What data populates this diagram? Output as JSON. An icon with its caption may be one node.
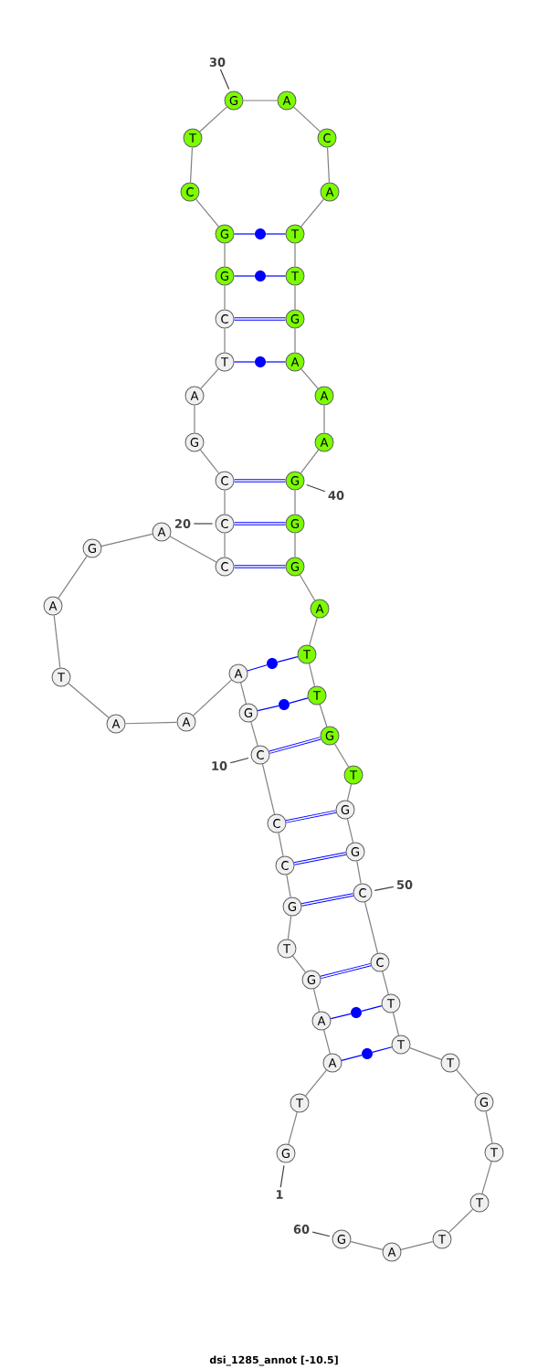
{
  "diagram": {
    "caption": "dsi_1285_annot [-10.5]",
    "nodes": [
      {
        "text": [
          "G"
        ]
      },
      {
        "text": [
          "T"
        ]
      },
      {
        "text": [
          "A"
        ]
      },
      {
        "text": [
          "A"
        ]
      },
      {
        "text": [
          "G"
        ]
      },
      {
        "text": [
          "T"
        ]
      },
      {
        "text": [
          "G"
        ]
      },
      {
        "text": [
          "C"
        ]
      },
      {
        "text": [
          "C"
        ]
      },
      {
        "text": [
          "C"
        ]
      },
      {
        "text": [
          "G"
        ]
      },
      {
        "text": [
          "A"
        ]
      },
      {
        "text": [
          "A"
        ]
      },
      {
        "text": [
          "A"
        ]
      },
      {
        "text": [
          "T"
        ]
      },
      {
        "text": [
          "A"
        ]
      },
      {
        "text": [
          "G"
        ]
      },
      {
        "text": [
          "A"
        ]
      },
      {
        "text": [
          "C"
        ]
      },
      {
        "text": [
          "C"
        ]
      },
      {
        "text": [
          "C"
        ]
      },
      {
        "text": [
          "G"
        ]
      },
      {
        "text": [
          "A"
        ]
      },
      {
        "text": [
          "T"
        ]
      },
      {
        "text": [
          "C"
        ]
      },
      {
        "text": [
          "G"
        ]
      },
      {
        "text": [
          "G"
        ]
      },
      {
        "text": [
          "C"
        ]
      },
      {
        "text": [
          "T"
        ]
      },
      {
        "text": [
          "G"
        ]
      },
      {
        "text": [
          "A"
        ]
      },
      {
        "text": [
          "C"
        ]
      },
      {
        "text": [
          "A"
        ]
      },
      {
        "text": [
          "T"
        ]
      },
      {
        "text": [
          "T"
        ]
      },
      {
        "text": [
          "G"
        ]
      },
      {
        "text": [
          "A"
        ]
      },
      {
        "text": [
          "A"
        ]
      },
      {
        "text": [
          "A"
        ]
      },
      {
        "text": [
          "G"
        ]
      },
      {
        "text": [
          "G"
        ]
      },
      {
        "text": [
          "G"
        ]
      },
      {
        "text": [
          "A"
        ]
      },
      {
        "text": [
          "T"
        ]
      },
      {
        "text": [
          "T"
        ]
      },
      {
        "text": [
          "G"
        ]
      },
      {
        "text": [
          "T"
        ]
      },
      {
        "text": [
          "G"
        ]
      },
      {
        "text": [
          "G"
        ]
      },
      {
        "text": [
          "C"
        ]
      },
      {
        "text": [
          "C"
        ]
      },
      {
        "text": [
          "T"
        ]
      },
      {
        "text": [
          "T"
        ]
      },
      {
        "text": [
          "T"
        ]
      },
      {
        "text": [
          "G"
        ]
      },
      {
        "text": [
          "T"
        ]
      },
      {
        "text": [
          "T"
        ]
      },
      {
        "text": [
          "T"
        ]
      },
      {
        "text": [
          "A"
        ]
      },
      {
        "text": [
          "G"
        ]
      },
      {
        "text": [
          "30"
        ]
      },
      {
        "text": [
          "40"
        ]
      },
      {
        "text": [
          "20"
        ]
      },
      {
        "text": [
          "10"
        ]
      },
      {
        "text": [
          "50"
        ]
      },
      {
        "text": [
          "1"
        ]
      },
      {
        "text": [
          "60"
        ]
      },
      {
        "text": [],
        "shape": "circle"
      },
      {
        "text": [],
        "shape": "circle"
      },
      {
        "text": [],
        "shape": "circle"
      },
      {
        "text": [],
        "shape": "circle"
      },
      {
        "text": [],
        "shape": "circle"
      },
      {
        "text": [],
        "shape": "circle"
      },
      {
        "text": [],
        "shape": "circle"
      }
    ],
    "edges": [
      {
        "from": 0,
        "to": 1,
        "arrow": "none"
      },
      {
        "from": 1,
        "to": 2,
        "arrow": "none"
      },
      {
        "from": 2,
        "to": 3,
        "arrow": "none"
      },
      {
        "from": 3,
        "to": 4,
        "arrow": "none"
      },
      {
        "from": 4,
        "to": 5,
        "arrow": "none"
      },
      {
        "from": 5,
        "to": 6,
        "arrow": "none"
      },
      {
        "from": 6,
        "to": 7,
        "arrow": "none"
      },
      {
        "from": 7,
        "to": 8,
        "arrow": "none"
      },
      {
        "from": 8,
        "to": 9,
        "arrow": "none"
      },
      {
        "from": 9,
        "to": 10,
        "arrow": "none"
      },
      {
        "from": 10,
        "to": 11,
        "arrow": "none"
      },
      {
        "from": 11,
        "to": 12,
        "arrow": "none"
      },
      {
        "from": 12,
        "to": 13,
        "arrow": "none"
      },
      {
        "from": 13,
        "to": 14,
        "arrow": "none"
      },
      {
        "from": 14,
        "to": 15,
        "arrow": "none"
      },
      {
        "from": 15,
        "to": 16,
        "arrow": "none"
      },
      {
        "from": 16,
        "to": 17,
        "arrow": "none"
      },
      {
        "from": 17,
        "to": 18,
        "arrow": "none"
      },
      {
        "from": 18,
        "to": 19,
        "arrow": "none"
      },
      {
        "from": 19,
        "to": 20,
        "arrow": "none"
      },
      {
        "from": 20,
        "to": 21,
        "arrow": "none"
      },
      {
        "from": 21,
        "to": 22,
        "arrow": "none"
      },
      {
        "from": 22,
        "to": 23,
        "arrow": "none"
      },
      {
        "from": 23,
        "to": 24,
        "arrow": "none"
      },
      {
        "from": 24,
        "to": 25,
        "arrow": "none"
      },
      {
        "from": 25,
        "to": 26,
        "arrow": "none"
      },
      {
        "from": 26,
        "to": 27,
        "arrow": "none"
      },
      {
        "from": 27,
        "to": 28,
        "arrow": "none"
      },
      {
        "from": 28,
        "to": 29,
        "arrow": "none"
      },
      {
        "from": 29,
        "to": 30,
        "arrow": "none"
      },
      {
        "from": 30,
        "to": 31,
        "arrow": "none"
      },
      {
        "from": 31,
        "to": 32,
        "arrow": "none"
      },
      {
        "from": 32,
        "to": 33,
        "arrow": "none"
      },
      {
        "from": 33,
        "to": 34,
        "arrow": "none"
      },
      {
        "from": 34,
        "to": 35,
        "arrow": "none"
      },
      {
        "from": 35,
        "to": 36,
        "arrow": "none"
      },
      {
        "from": 36,
        "to": 37,
        "arrow": "none"
      },
      {
        "from": 37,
        "to": 38,
        "arrow": "none"
      },
      {
        "from": 38,
        "to": 39,
        "arrow": "none"
      },
      {
        "from": 39,
        "to": 40,
        "arrow": "none"
      },
      {
        "from": 40,
        "to": 41,
        "arrow": "none"
      },
      {
        "from": 41,
        "to": 42,
        "arrow": "none"
      },
      {
        "from": 42,
        "to": 43,
        "arrow": "none"
      },
      {
        "from": 43,
        "to": 44,
        "arrow": "none"
      },
      {
        "from": 44,
        "to": 45,
        "arrow": "none"
      },
      {
        "from": 45,
        "to": 46,
        "arrow": "none"
      },
      {
        "from": 46,
        "to": 47,
        "arrow": "none"
      },
      {
        "from": 47,
        "to": 48,
        "arrow": "none"
      },
      {
        "from": 48,
        "to": 49,
        "arrow": "none"
      },
      {
        "from": 49,
        "to": 50,
        "arrow": "none"
      },
      {
        "from": 50,
        "to": 51,
        "arrow": "none"
      },
      {
        "from": 51,
        "to": 52,
        "arrow": "none"
      },
      {
        "from": 52,
        "to": 53,
        "arrow": "none"
      },
      {
        "from": 53,
        "to": 54,
        "arrow": "none"
      },
      {
        "from": 54,
        "to": 55,
        "arrow": "none"
      },
      {
        "from": 55,
        "to": 56,
        "arrow": "none"
      },
      {
        "from": 56,
        "to": 57,
        "arrow": "none"
      },
      {
        "from": 57,
        "to": 58,
        "arrow": "none"
      },
      {
        "from": 58,
        "to": 59,
        "arrow": "none"
      },
      {
        "from": 26,
        "to": 67,
        "arrow": "none",
        "color": "#0000ff"
      },
      {
        "from": 67,
        "to": 33,
        "arrow": "none",
        "color": "#0000ff"
      },
      {
        "from": 25,
        "to": 68,
        "arrow": "none",
        "color": "#0000ff"
      },
      {
        "from": 68,
        "to": 34,
        "arrow": "none",
        "color": "#0000ff"
      },
      {
        "from": 24,
        "to": 35,
        "arrow": "none",
        "color": "#0000ff"
      },
      {
        "from": 23,
        "to": 69,
        "arrow": "none",
        "color": "#0000ff"
      },
      {
        "from": 69,
        "to": 36,
        "arrow": "none",
        "color": "#0000ff"
      },
      {
        "from": 20,
        "to": 39,
        "arrow": "none",
        "color": "#0000ff"
      },
      {
        "from": 19,
        "to": 40,
        "arrow": "none",
        "color": "#0000ff"
      },
      {
        "from": 18,
        "to": 41,
        "arrow": "none",
        "color": "#0000ff"
      },
      {
        "from": 11,
        "to": 70,
        "arrow": "none",
        "color": "#0000ff"
      },
      {
        "from": 70,
        "to": 43,
        "arrow": "none",
        "color": "#0000ff"
      },
      {
        "from": 10,
        "to": 71,
        "arrow": "none",
        "color": "#0000ff"
      },
      {
        "from": 71,
        "to": 44,
        "arrow": "none",
        "color": "#0000ff"
      },
      {
        "from": 9,
        "to": 45,
        "arrow": "none",
        "color": "#0000ff"
      },
      {
        "from": 8,
        "to": 47,
        "arrow": "none",
        "color": "#0000ff"
      },
      {
        "from": 7,
        "to": 48,
        "arrow": "none",
        "color": "#0000ff"
      },
      {
        "from": 6,
        "to": 49,
        "arrow": "none",
        "color": "#0000ff"
      },
      {
        "from": 4,
        "to": 50,
        "arrow": "none",
        "color": "#0000ff"
      },
      {
        "from": 3,
        "to": 72,
        "arrow": "none",
        "color": "#0000ff"
      },
      {
        "from": 72,
        "to": 51,
        "arrow": "none",
        "color": "#0000ff"
      },
      {
        "from": 2,
        "to": 73,
        "arrow": "none",
        "color": "#0000ff"
      },
      {
        "from": 73,
        "to": 52,
        "arrow": "none",
        "color": "#0000ff"
      },
      {
        "from": 60,
        "to": 29,
        "arrow": "none",
        "color": "#404040"
      },
      {
        "from": 61,
        "to": 39,
        "arrow": "none",
        "color": "#404040"
      },
      {
        "from": 62,
        "to": 19,
        "arrow": "none",
        "color": "#404040"
      },
      {
        "from": 63,
        "to": 9,
        "arrow": "none",
        "color": "#404040"
      },
      {
        "from": 64,
        "to": 49,
        "arrow": "none",
        "color": "#404040"
      },
      {
        "from": 65,
        "to": 0,
        "arrow": "none",
        "color": "#404040"
      },
      {
        "from": 66,
        "to": 59,
        "arrow": "none",
        "color": "#404040"
      }
    ]
  }
}
